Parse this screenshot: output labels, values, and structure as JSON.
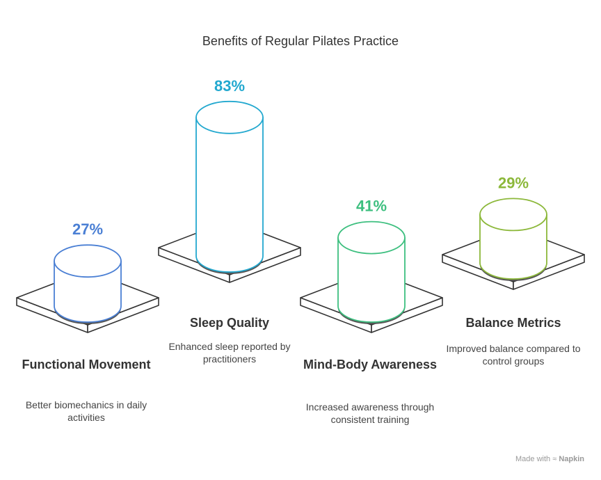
{
  "chart_data": {
    "type": "bar",
    "title": "Benefits of Regular Pilates Practice",
    "unit": "%",
    "categories": [
      "Functional Movement",
      "Sleep Quality",
      "Mind-Body Awareness",
      "Balance Metrics"
    ],
    "values": [
      27,
      83,
      41,
      29
    ],
    "value_labels": [
      "27%",
      "83%",
      "41%",
      "29%"
    ],
    "descriptions": [
      "Better biomechanics in daily activities",
      "Enhanced sleep reported by practitioners",
      "Increased awareness through consistent training",
      "Improved balance compared to control groups"
    ],
    "colors": [
      "#4a7fd4",
      "#22a8cf",
      "#3dbf7f",
      "#8cb83a"
    ]
  },
  "watermark": {
    "text": "Made with",
    "brand": "Napkin"
  }
}
